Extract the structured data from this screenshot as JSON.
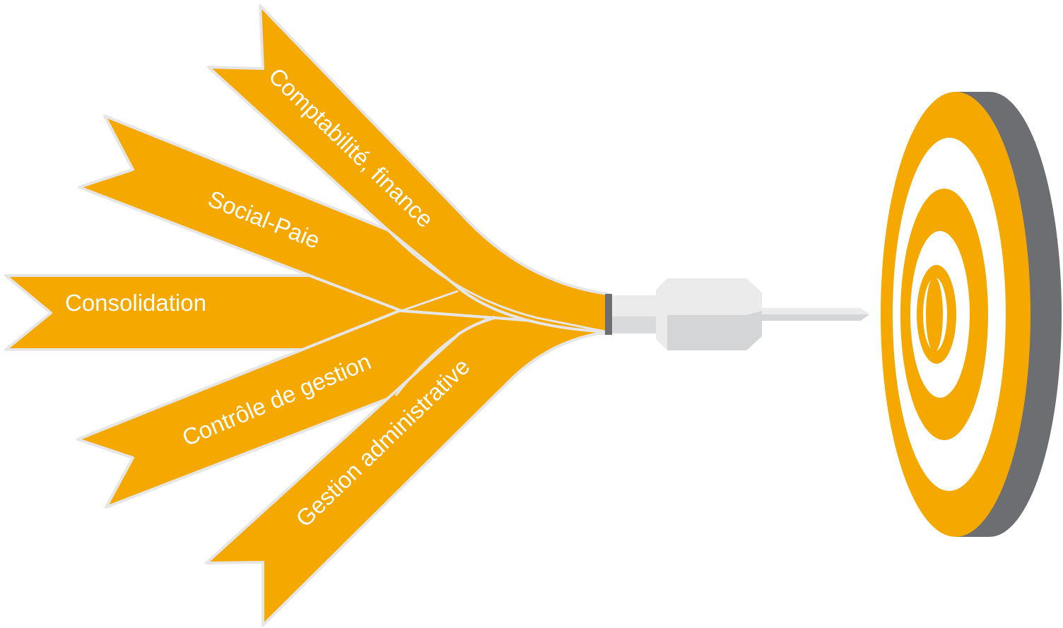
{
  "colors": {
    "ribbon": "#F5A800",
    "ribbon_outline": "#E6E6E6",
    "target_orange": "#F5A800",
    "target_white": "#FFFFFF",
    "target_side": "#6D6E71",
    "dart_light": "#EBEBEB",
    "dart_mid": "#D4D5D6",
    "dart_dark": "#6D6E71",
    "label_text": "#FFFFFF"
  },
  "flights": [
    {
      "id": "comptabilite",
      "label": "Comptabilité, finance"
    },
    {
      "id": "social",
      "label": "Social-Paie"
    },
    {
      "id": "consolidation",
      "label": "Consolidation"
    },
    {
      "id": "controle",
      "label": "Contrôle de gestion"
    },
    {
      "id": "gestion-admin",
      "label": "Gestion administrative"
    }
  ],
  "icons": {
    "dart": "dart-icon",
    "target": "target-icon"
  }
}
